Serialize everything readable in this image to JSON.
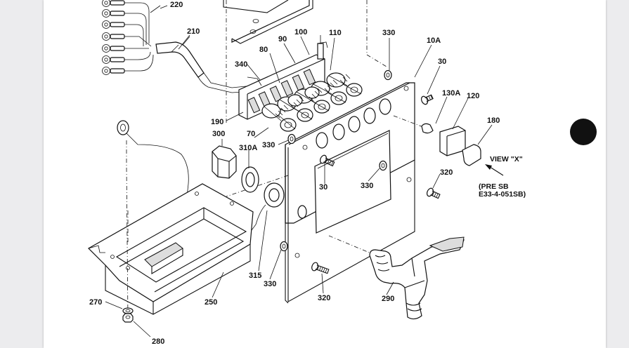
{
  "callouts": {
    "c220": "220",
    "c210": "210",
    "c90": "90",
    "c100": "100",
    "c110": "110",
    "c80": "80",
    "c340": "340",
    "c330a": "330",
    "c10A": "10A",
    "c30a": "30",
    "c130A": "130A",
    "c120": "120",
    "c180": "180",
    "c190": "190",
    "c300": "300",
    "c70": "70",
    "c330b": "330",
    "c310A": "310A",
    "c30b": "30",
    "c330c": "330",
    "c320a": "320",
    "c270": "270",
    "c250": "250",
    "c315": "315",
    "c330d": "330",
    "c320b": "320",
    "c290": "290",
    "c280": "280"
  },
  "view_label": "VIEW \"X\"",
  "note_line1": "(PRE SB",
  "note_line2": "E33-4-051SB)",
  "colors": {
    "page": "#ffffff",
    "surround": "#ececee",
    "ink": "#111111"
  }
}
